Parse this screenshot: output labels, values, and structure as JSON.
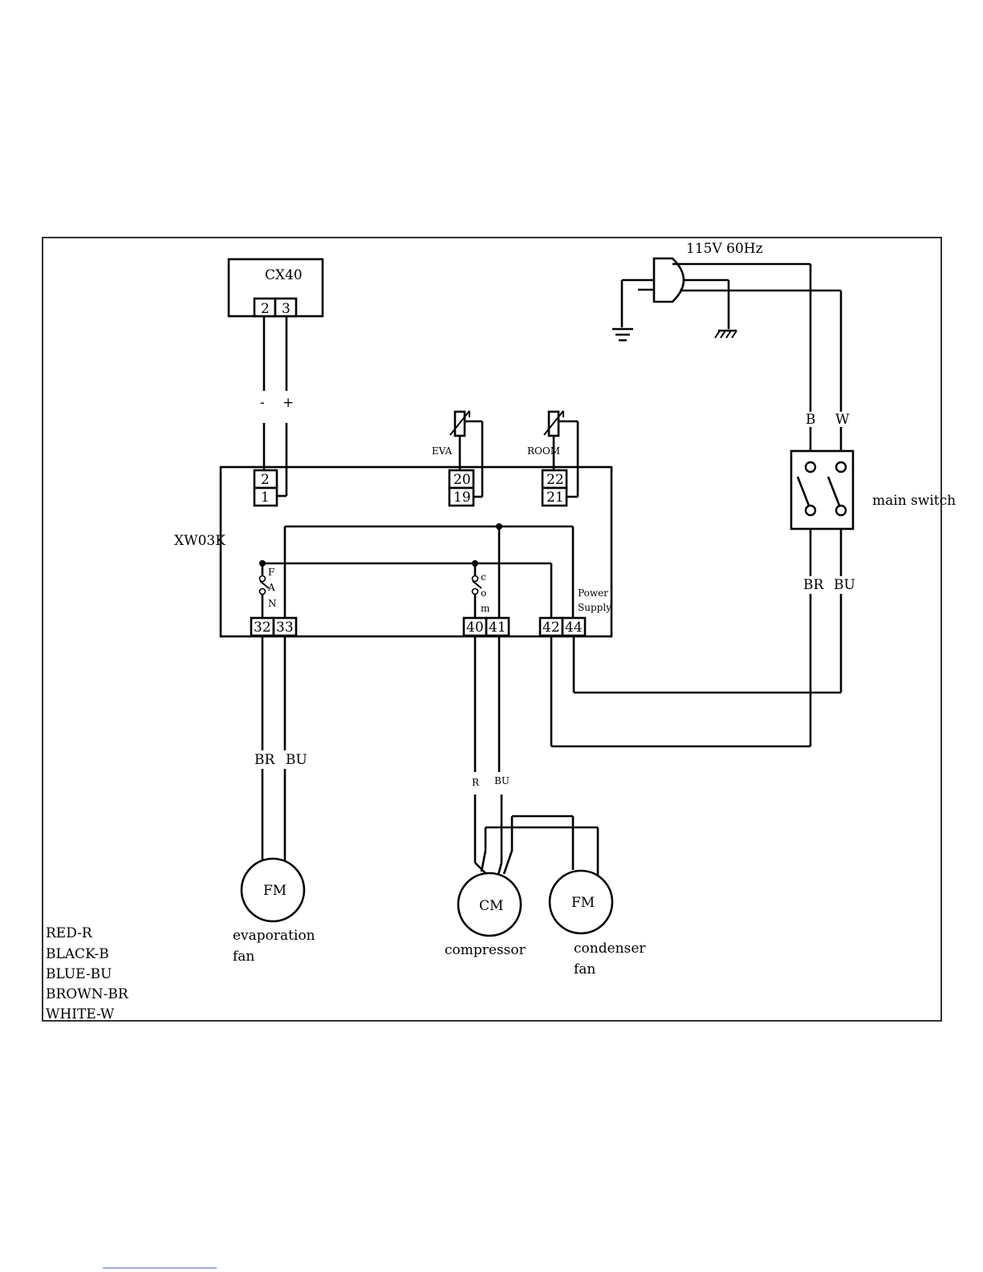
{
  "power": {
    "label": "115V 60Hz"
  },
  "display": {
    "name": "CX40",
    "pins": [
      "2",
      "3"
    ],
    "polarity": [
      "-",
      "+"
    ]
  },
  "controller": {
    "name": "XW03K",
    "probe_terminals": [
      "2",
      "1"
    ],
    "eva_terminals": [
      "20",
      "19"
    ],
    "room_terminals": [
      "22",
      "21"
    ],
    "fan_terminals": [
      "32",
      "33"
    ],
    "comp_terminals": [
      "40",
      "41"
    ],
    "supply_terminals": [
      "42",
      "44"
    ],
    "fan_relay": [
      "F",
      "A",
      "N"
    ],
    "comp_relay": [
      "c",
      "o",
      "m"
    ],
    "supply_label": [
      "Power",
      "Supply"
    ]
  },
  "sensors": {
    "eva": "EVA",
    "room": "ROOM"
  },
  "switch": {
    "label": "main switch",
    "top_wires": [
      "B",
      "W"
    ],
    "bottom_wires": [
      "BR",
      "BU"
    ]
  },
  "evap_fan": {
    "symbol": "FM",
    "wires": [
      "BR",
      "BU"
    ],
    "label": [
      "evaporation",
      "fan"
    ]
  },
  "compressor": {
    "symbol": "CM",
    "wires": [
      "R",
      "BU"
    ],
    "label": "compressor"
  },
  "cond_fan": {
    "symbol": "FM",
    "label": [
      "condenser",
      "fan"
    ]
  },
  "legend": [
    "RED-R",
    "BLACK-B",
    "BLUE-BU",
    "BROWN-BR",
    "WHITE-W"
  ]
}
